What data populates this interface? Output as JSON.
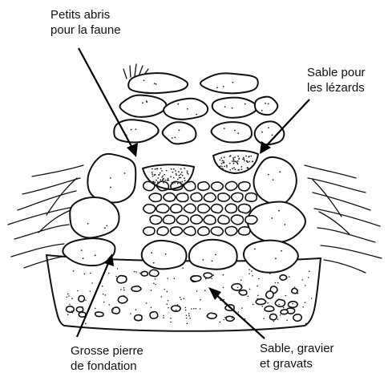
{
  "labels": {
    "shelters": [
      "Petits abris",
      "pour la faune"
    ],
    "sand": [
      "Sable pour",
      "les lézards"
    ],
    "foundation": [
      "Grosse pierre",
      "de fondation"
    ],
    "gravel": [
      "Sable, gravier",
      "et gravats"
    ]
  },
  "colors": {
    "ink": "#111111",
    "background": "#ffffff"
  }
}
